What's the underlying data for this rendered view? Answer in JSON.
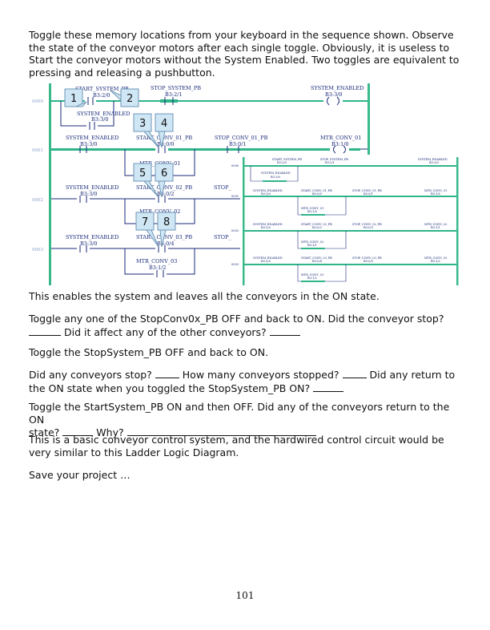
{
  "intro": "Toggle these memory locations from your keyboard in the sequence shown. Observe the state of the conveyor motors after each single toggle. Obviously, it is useless to Start the conveyor motors without the System Enabled. Two toggles are equivalent to pressing and releasing a pushbutton.",
  "ladder": {
    "rungs": [
      "0000",
      "0001",
      "0002",
      "0003"
    ],
    "start_system": {
      "label": "START_SYSTEM_PB",
      "addr": "B3:2/0"
    },
    "stop_system": {
      "label": "STOP_SYSTEM_PB",
      "addr": "B3:2/1"
    },
    "system_enabled": {
      "label": "SYSTEM_ENABLED",
      "addr": "B3:3/0"
    },
    "start_conv_1": {
      "label": "START_CONV_01_PB",
      "addr": "B3:0/0"
    },
    "stop_conv_1": {
      "label": "STOP_CONV_01_PB",
      "addr": "B3:0/1"
    },
    "mtr_conv_1": {
      "label": "MTR_CONV_01",
      "addr": "B3:1/0"
    },
    "start_conv_2": {
      "label": "START_CONV_02_PB",
      "addr": "B3:0/2"
    },
    "stop_conv_2": {
      "label": "STOP_"
    },
    "mtr_conv_2": {
      "label": "MTR_CONV_02"
    },
    "start_conv_3": {
      "label": "START_CONV_03_PB",
      "addr": "B3:0/4"
    },
    "stop_conv_3": {
      "label": "STOP_"
    },
    "mtr_conv_3": {
      "label": "MTR_CONV_03",
      "addr": "B3:1/2"
    },
    "callouts": [
      "1",
      "2",
      "3",
      "4",
      "5",
      "6",
      "7",
      "8"
    ],
    "inset": {
      "rungs": [
        "0000",
        "0001",
        "0002",
        "0003"
      ],
      "start_system": {
        "label": "START_SYSTEM_PB",
        "addr": "B3:2/0"
      },
      "stop_system": {
        "label": "STOP_SYSTEM_PB",
        "addr": "B3:2/1"
      },
      "system_enabled": {
        "label": "SYSTEM_ENABLED",
        "addr": "B3:3/0"
      },
      "start_conv_1": {
        "label": "START_CONV_01_PB",
        "addr": "B3:0/0"
      },
      "stop_conv_1": {
        "label": "STOP_CONV_01_PB",
        "addr": "B3:0/1"
      },
      "mtr_conv_1": {
        "label": "MTR_CONV_01",
        "addr": "B3:1/0"
      },
      "start_conv_2": {
        "label": "START_CONV_02_PB",
        "addr": "B3:0/2"
      },
      "stop_conv_2": {
        "label": "STOP_CONV_02_PB",
        "addr": "B3:0/3"
      },
      "mtr_conv_2": {
        "label": "MTR_CONV_02",
        "addr": "B3:1/1"
      },
      "start_conv_3": {
        "label": "START_CONV_03_PB",
        "addr": "B3:0/4"
      },
      "stop_conv_3": {
        "label": "STOP_CONV_03_PB",
        "addr": "B3:0/5"
      },
      "mtr_conv_3": {
        "label": "MTR_CONV_03",
        "addr": "B3:1/2"
      }
    }
  },
  "p_enables": "This enables the system and leaves all the conveyors in the ON state.",
  "p_q1a": "Toggle any one of the StopConv0x_PB OFF and back to ON. Did the conveyor stop?",
  "p_q1b": "Did it affect any of the other conveyors?",
  "p_stop_system": "Toggle the StopSystem_PB OFF and back to ON.",
  "p_q2a": "Did any conveyors stop?",
  "p_q2b": "How many conveyors stopped?",
  "p_q2c": "Did any return to",
  "p_q2d": "the ON state when you toggled the StopSystem_PB ON?",
  "p_q3a": "Toggle the StartSystem_PB ON and then OFF. Did any of the conveyors return to the ON",
  "p_q3b": "state?",
  "p_q3c": "Why?",
  "p_basic": "This is a basic conveyor control system, and the hardwired control circuit would be very similar to this Ladder Logic Diagram.",
  "p_save": "Save your project …",
  "page_number": "101",
  "colors": {
    "rail": "#39b98a",
    "energized": "#2fb58a",
    "wire": "#1a2a7a",
    "callout_bg": "#cfe6f4",
    "callout_border": "#6f97b8"
  }
}
